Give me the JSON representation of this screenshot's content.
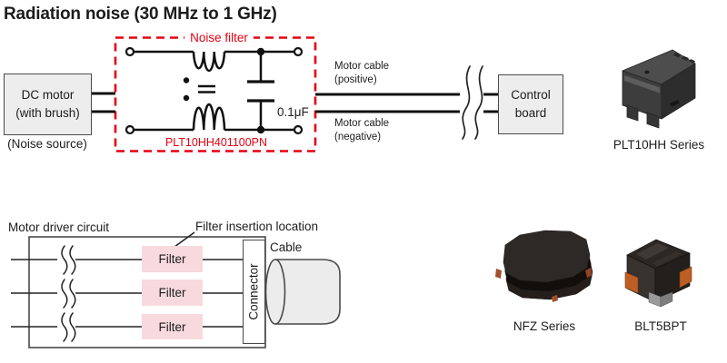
{
  "title": "Radiation noise (30 MHz to 1 GHz)",
  "top_diagram": {
    "dc_motor_line1": "DC motor",
    "dc_motor_line2": "(with brush)",
    "noise_source": "(Noise source)",
    "noise_filter_label": "Noise filter",
    "part_number": "PLT10HH401100PN",
    "capacitor_value": "0.1μF",
    "cable_positive_line1": "Motor cable",
    "cable_positive_line2": "(positive)",
    "cable_negative_line1": "Motor cable",
    "cable_negative_line2": "(negative)",
    "control_board_line1": "Control",
    "control_board_line2": "board",
    "product_label": "PLT10HH Series"
  },
  "bottom_diagram": {
    "title": "Motor driver circuit",
    "annotation": "Filter insertion location",
    "filters": [
      "Filter",
      "Filter",
      "Filter"
    ],
    "connector": "Connector",
    "cable": "Cable",
    "product_labels": [
      "NFZ Series",
      "BLT5BPT"
    ]
  },
  "colors": {
    "accent_red": "#e60012",
    "filter_pink": "#f7d9de",
    "box_gray": "#ededed"
  }
}
